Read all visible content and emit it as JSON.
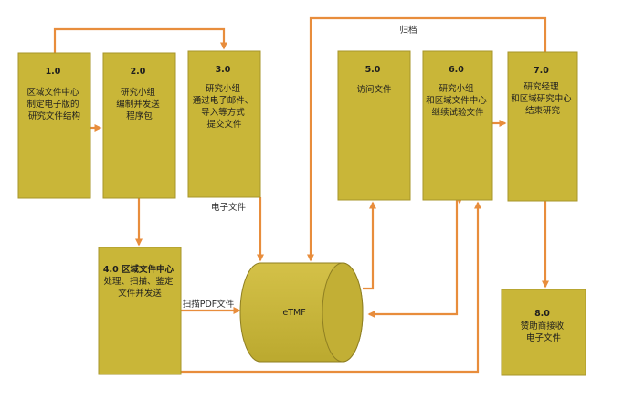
{
  "processes": [
    {
      "id": "1.0",
      "lines": [
        "区域文件中心",
        "制定电子版的",
        "研究文件结构"
      ]
    },
    {
      "id": "2.0",
      "lines": [
        "研究小组",
        "编制并发送",
        "程序包"
      ]
    },
    {
      "id": "3.0",
      "lines": [
        "研究小组",
        "通过电子邮件、",
        "导入等方式",
        "提交文件"
      ]
    },
    {
      "id": "4.0",
      "lines": [
        "4.0 区域文件中心",
        "处理、扫描、鉴定",
        "文件并发送"
      ]
    },
    {
      "id": "5.0",
      "lines": [
        "访问文件"
      ]
    },
    {
      "id": "6.0",
      "lines": [
        "研究小组",
        "和区域文件中心",
        "继续试验文件"
      ]
    },
    {
      "id": "7.0",
      "lines": [
        "研究经理",
        "和区域研究中心",
        "结束研究"
      ]
    },
    {
      "id": "8.0",
      "lines": [
        "赞助商接收",
        "电子文件"
      ]
    }
  ],
  "store": {
    "label": "eTMF"
  },
  "edge_labels": {
    "archive": "归档",
    "electronic": "电子文件",
    "scan_pdf": "扫描PDF文件"
  },
  "colors": {
    "box_fill": "#c9b638",
    "box_border": "#a7952a",
    "connector": "#e88d3c",
    "text": "#1e1e1e"
  }
}
